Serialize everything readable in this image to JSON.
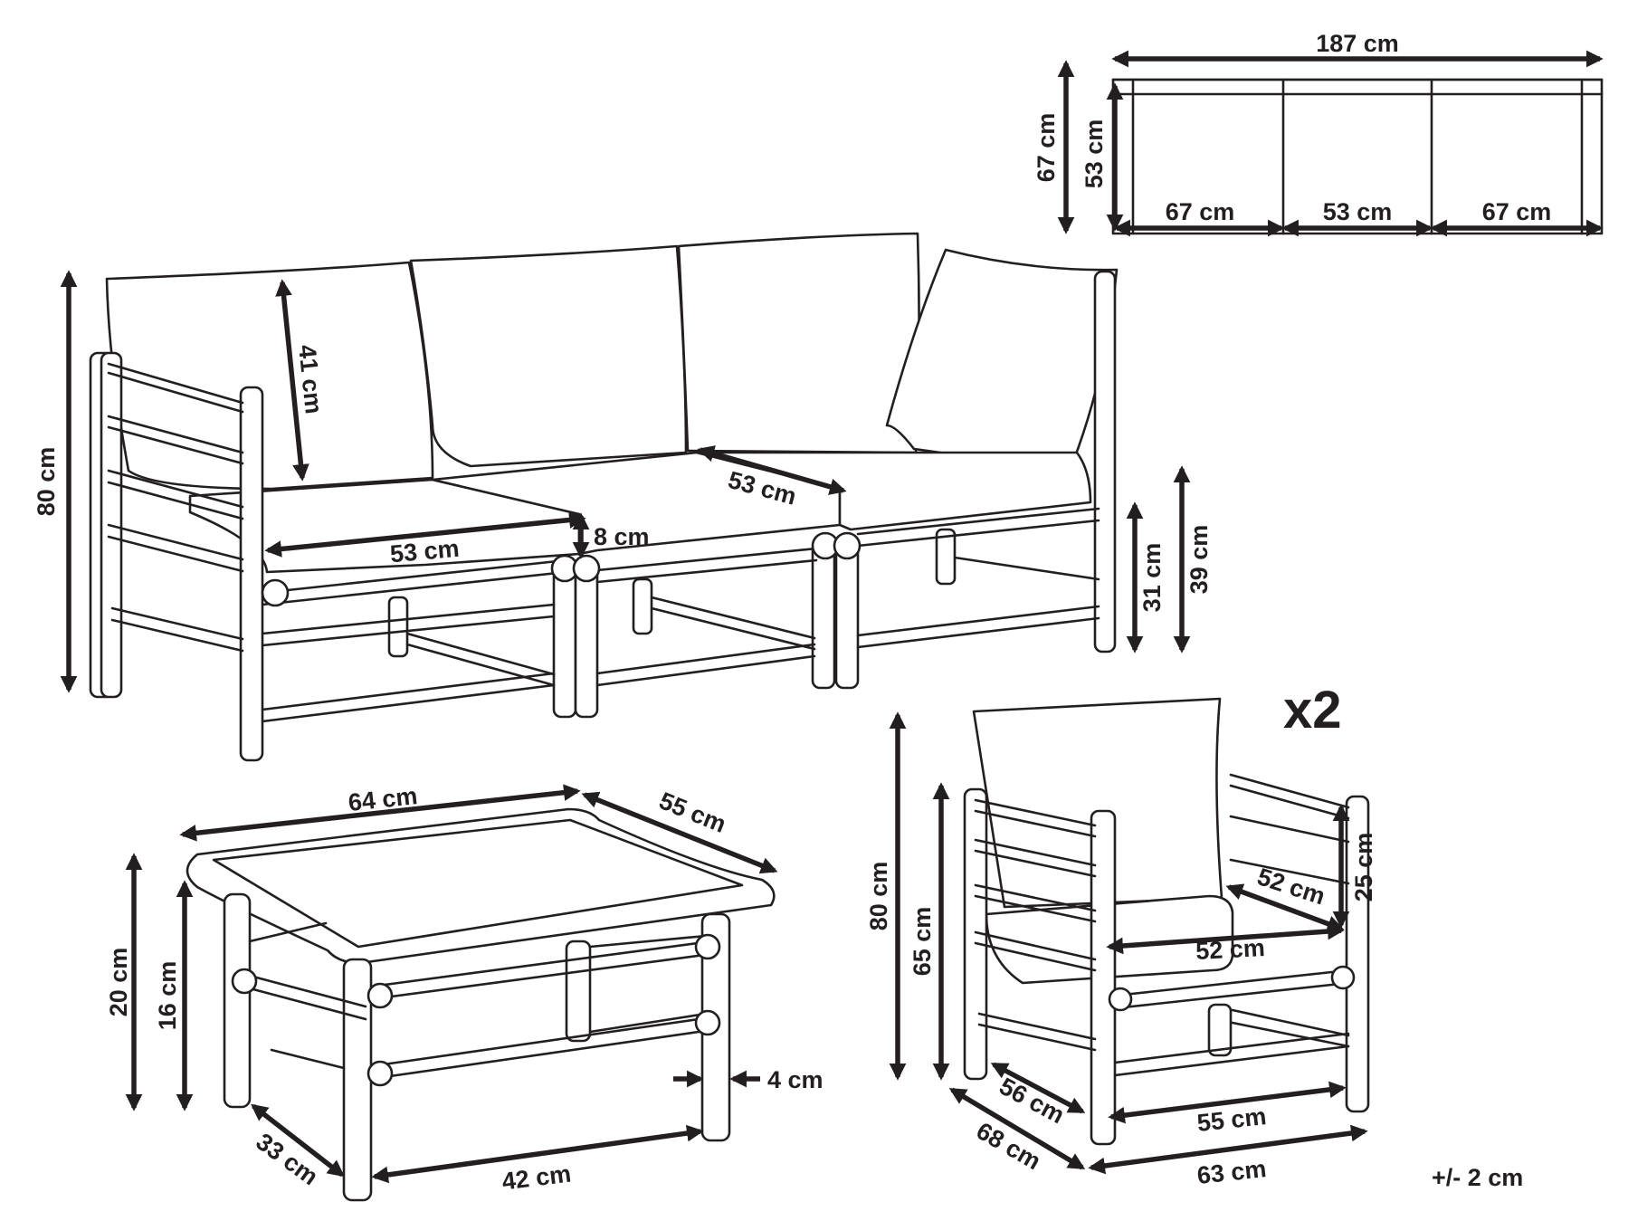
{
  "diagram": {
    "sofa_top": {
      "width": "187 cm",
      "depth": "67 cm",
      "seat_depth": "53 cm",
      "left": "67 cm",
      "middle": "53 cm",
      "right": "67 cm"
    },
    "sofa": {
      "height": "80 cm",
      "back": "41 cm",
      "seat_width": "53 cm",
      "seat_depth": "53 cm",
      "cushion": "8 cm",
      "seat_height": "31 cm",
      "arm_height": "39 cm"
    },
    "table": {
      "length": "64 cm",
      "width": "55 cm",
      "height": "20 cm",
      "inner_height": "16 cm",
      "leg": "4 cm",
      "base_depth": "33 cm",
      "base_length": "42 cm"
    },
    "chair": {
      "quantity": "x2",
      "height": "80 cm",
      "arm_height": "65 cm",
      "back": "25 cm",
      "seat_depth": "52 cm",
      "seat_width": "52 cm",
      "inner_depth": "56 cm",
      "depth": "68 cm",
      "inner_width": "55 cm",
      "width": "63 cm"
    },
    "tolerance": "+/- 2 cm"
  }
}
